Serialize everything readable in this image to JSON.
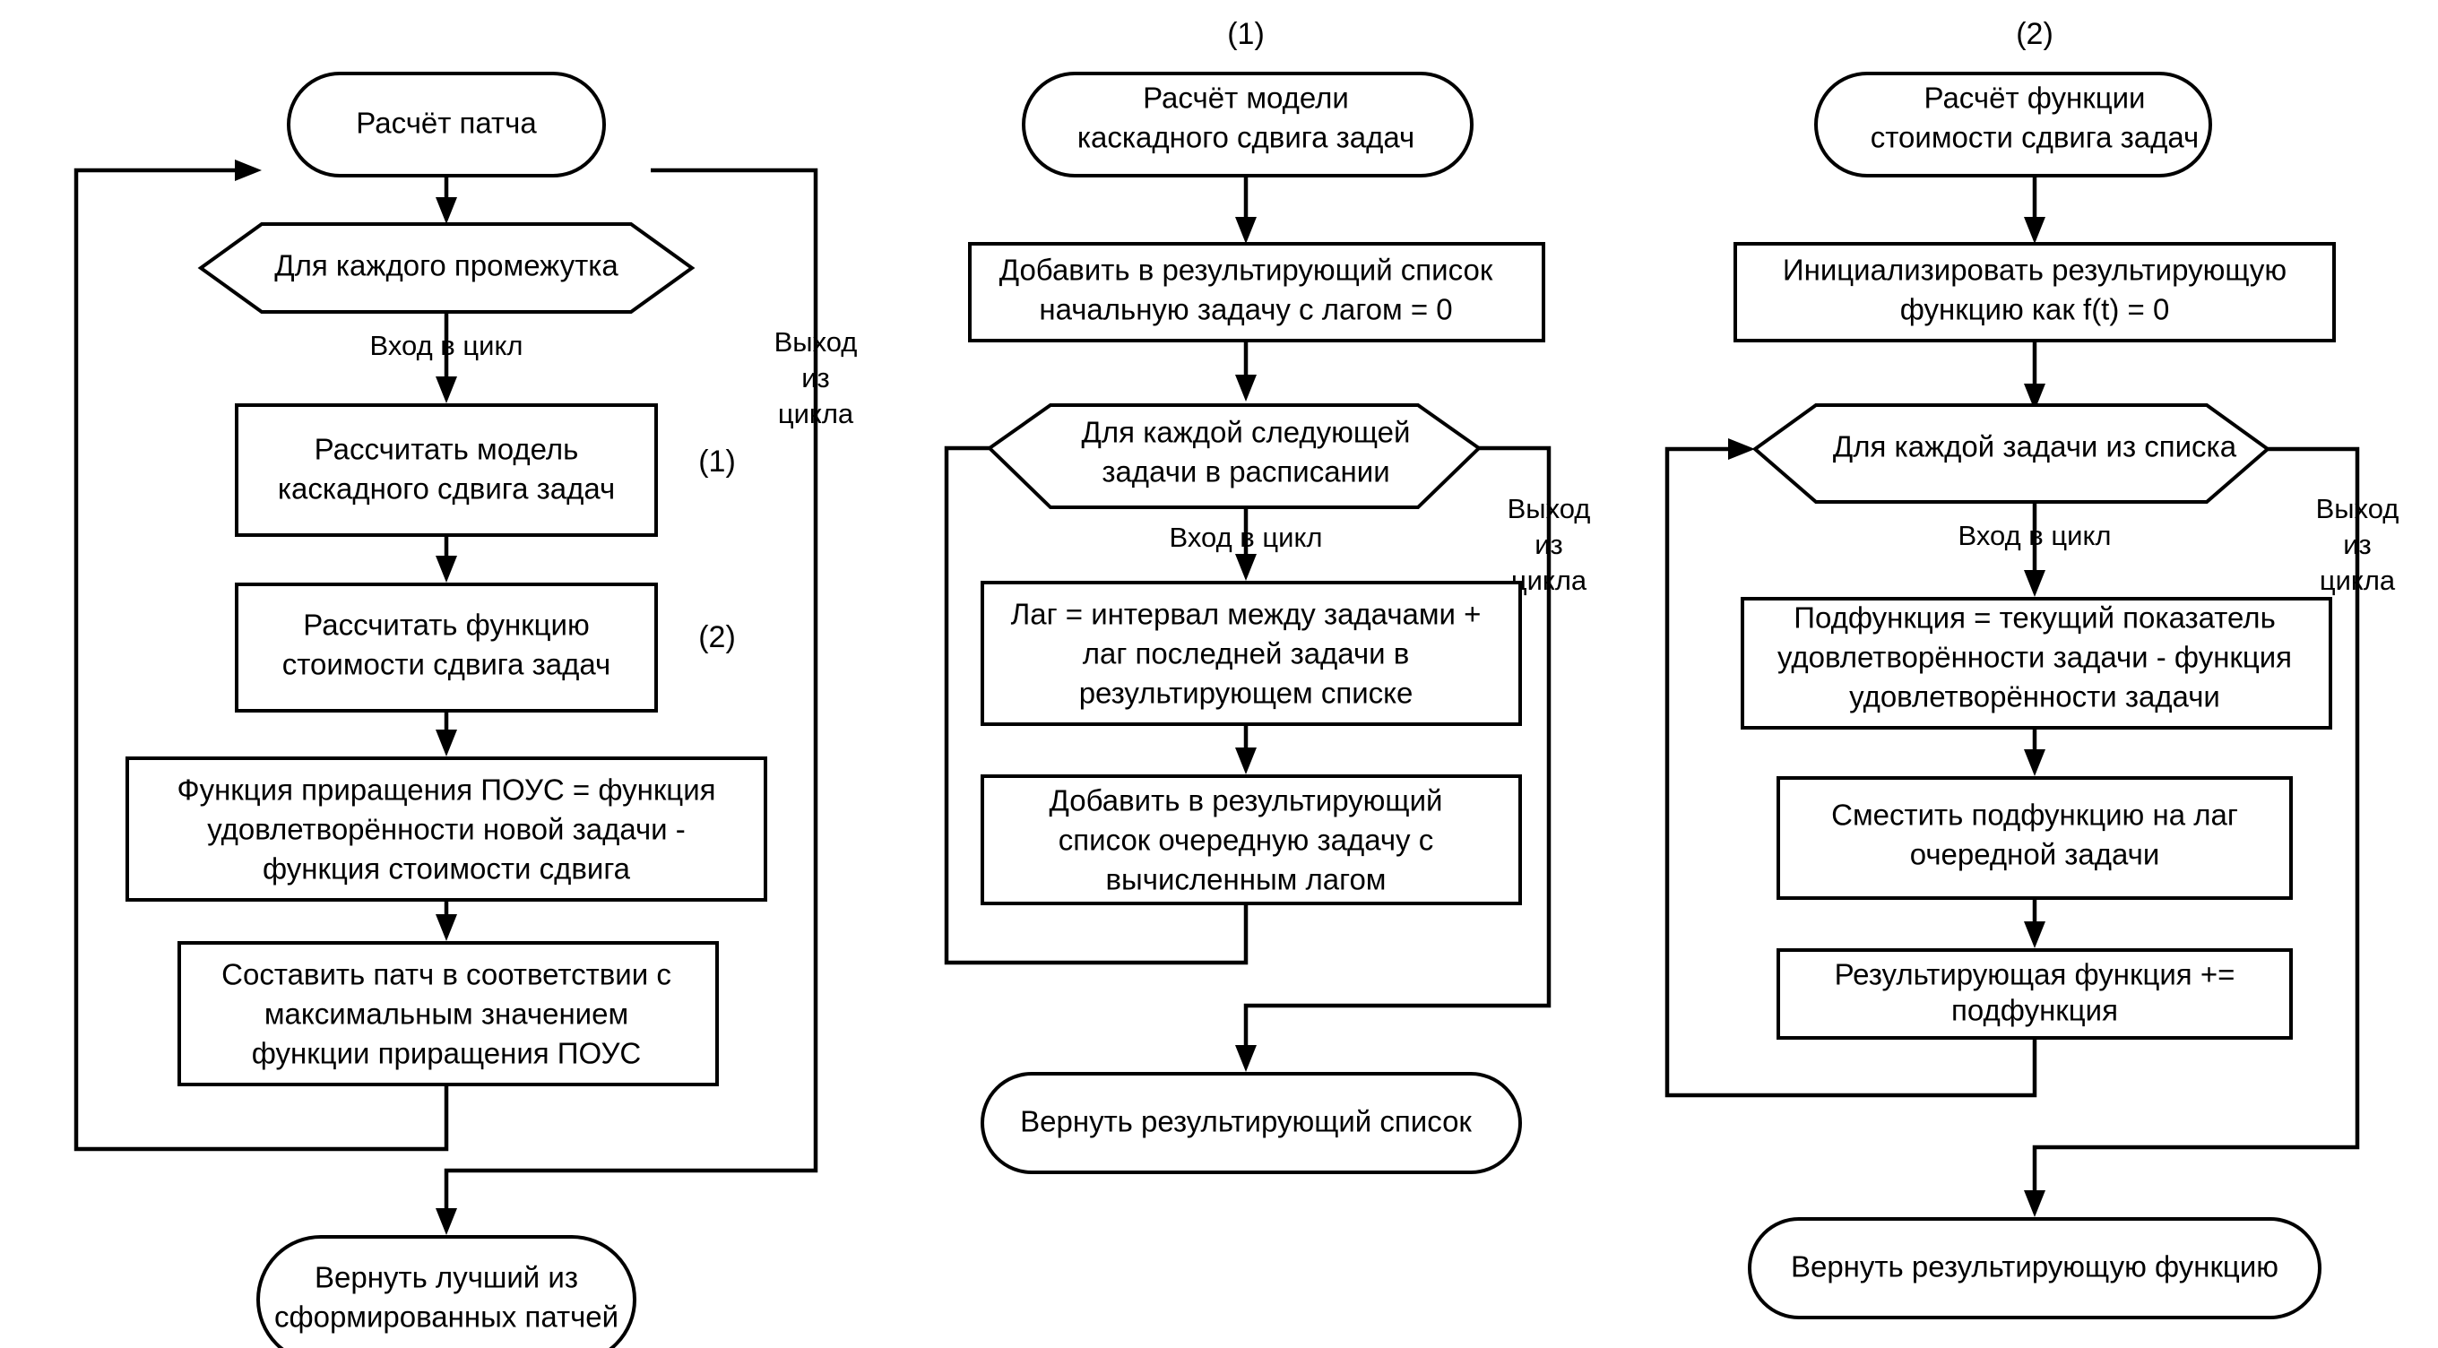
{
  "diagram": {
    "type": "flowchart",
    "title": "Расчёт патча",
    "language": "ru",
    "background_color": "#ffffff",
    "line_color": "#000000",
    "text_color": "#000000"
  },
  "columns": [
    {
      "id": "column-patch",
      "header": "",
      "nodes": [
        {
          "id": "n1",
          "shape": "terminator",
          "lines": [
            "Расчёт патча"
          ]
        },
        {
          "id": "n2",
          "shape": "loop",
          "lines": [
            "Для каждого промежутка"
          ]
        },
        {
          "id": "n3",
          "shape": "process",
          "lines": [
            "Рассчитать модель",
            "каскадного сдвига задач"
          ],
          "ref": "(1)"
        },
        {
          "id": "n4",
          "shape": "process",
          "lines": [
            "Рассчитать функцию",
            "стоимости сдвига задач"
          ],
          "ref": "(2)"
        },
        {
          "id": "n5",
          "shape": "process",
          "lines": [
            "Функция приращения ПОУС = функция",
            "удовлетворённости новой задачи -",
            "функция стоимости сдвига"
          ]
        },
        {
          "id": "n6",
          "shape": "process",
          "lines": [
            "Составить патч в соответствии с",
            "максимальным значением",
            "функции приращения ПОУС"
          ]
        },
        {
          "id": "n7",
          "shape": "terminator",
          "lines": [
            "Вернуть лучший из",
            "сформированных патчей"
          ]
        }
      ],
      "edge_labels": {
        "enter": "Вход в цикл",
        "exit": [
          "Выход",
          "из",
          "цикла"
        ]
      }
    },
    {
      "id": "column-cascade-model",
      "header": "(1)",
      "nodes": [
        {
          "id": "m1",
          "shape": "terminator",
          "lines": [
            "Расчёт модели",
            "каскадного сдвига задач"
          ]
        },
        {
          "id": "m2",
          "shape": "process",
          "lines": [
            "Добавить в результирующий список",
            "начальную задачу с лагом = 0"
          ]
        },
        {
          "id": "m3",
          "shape": "loop",
          "lines": [
            "Для каждой следующей",
            "задачи в расписании"
          ]
        },
        {
          "id": "m4",
          "shape": "process",
          "lines": [
            "Лаг = интервал между задачами +",
            "лаг последней задачи в",
            "результирующем списке"
          ]
        },
        {
          "id": "m5",
          "shape": "process",
          "lines": [
            "Добавить в результирующий",
            "список очередную задачу с",
            "вычисленным лагом"
          ]
        },
        {
          "id": "m6",
          "shape": "terminator",
          "lines": [
            "Вернуть результирующий список"
          ]
        }
      ],
      "edge_labels": {
        "enter": "Вход в цикл",
        "exit": [
          "Выход",
          "из",
          "цикла"
        ]
      }
    },
    {
      "id": "column-cost-function",
      "header": "(2)",
      "nodes": [
        {
          "id": "r1",
          "shape": "terminator",
          "lines": [
            "Расчёт функции",
            "стоимости сдвига задач"
          ]
        },
        {
          "id": "r2",
          "shape": "process",
          "lines": [
            "Инициализировать результирующую",
            "функцию как f(t) = 0"
          ]
        },
        {
          "id": "r3",
          "shape": "loop",
          "lines": [
            "Для каждой задачи из списка"
          ]
        },
        {
          "id": "r4",
          "shape": "process",
          "lines": [
            "Подфункция = текущий показатель",
            "удовлетворённости задачи - функция",
            "удовлетворённости задачи"
          ]
        },
        {
          "id": "r5",
          "shape": "process",
          "lines": [
            "Сместить подфункцию на лаг",
            "очередной задачи"
          ]
        },
        {
          "id": "r6",
          "shape": "process",
          "lines": [
            "Результирующая функция +=",
            "подфункция"
          ]
        },
        {
          "id": "r7",
          "shape": "terminator",
          "lines": [
            "Вернуть результирующую функцию"
          ]
        }
      ],
      "edge_labels": {
        "enter": "Вход в цикл",
        "exit": [
          "Выход",
          "из",
          "цикла"
        ]
      }
    }
  ]
}
